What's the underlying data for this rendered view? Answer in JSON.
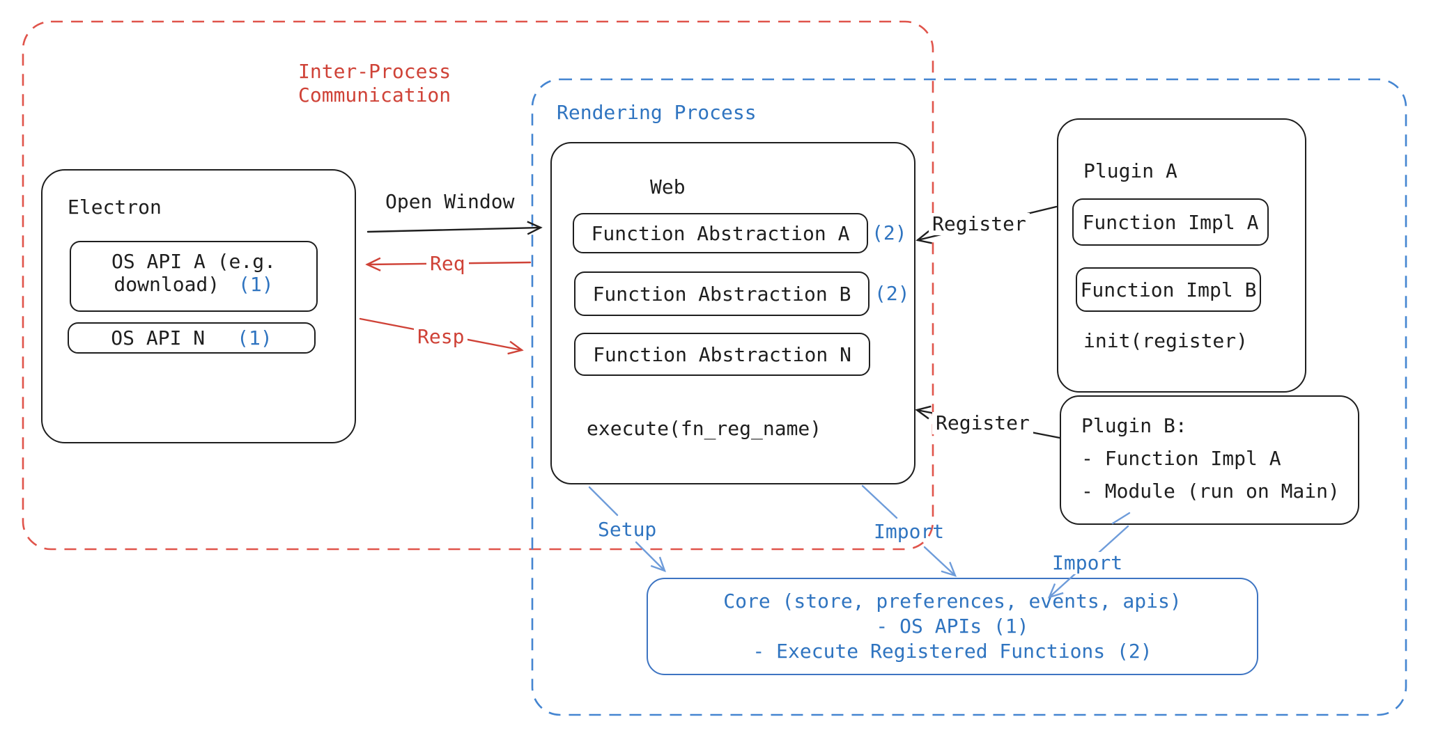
{
  "colors": {
    "black": "#1e1e1e",
    "red": "#cf4237",
    "red_dash": "#e0544b",
    "blue": "#2f74c0",
    "blue_dash": "#4485d1",
    "blue_arrow": "#6e9cda",
    "core_border": "#3d74c2",
    "bg": "#ffffff"
  },
  "regions": {
    "ipc": {
      "label": [
        "Inter-Process",
        "Communication"
      ]
    },
    "rendering": {
      "label": "Rendering Process"
    }
  },
  "electron": {
    "title": "Electron",
    "api_a_label": "OS API A (e.g. download)",
    "api_a_badge": "(1)",
    "api_n_label": "OS API N",
    "api_n_badge": "(1)"
  },
  "web": {
    "title": "Web",
    "fa_a_label": "Function Abstraction A",
    "fa_a_badge": "(2)",
    "fa_b_label": "Function Abstraction B",
    "fa_b_badge": "(2)",
    "fa_n_label": "Function Abstraction N",
    "execute": "execute(fn_reg_name)"
  },
  "plugin_a": {
    "title": "Plugin A",
    "impl_a": "Function Impl A",
    "impl_b": "Function Impl B",
    "init": "init(register)"
  },
  "plugin_b": {
    "title": "Plugin B:",
    "line1": "- Function Impl A",
    "line2": "- Module (run on Main)"
  },
  "core": {
    "line1": "Core (store, preferences, events, apis)",
    "line2": "- OS APIs (1)",
    "line3": "- Execute Registered Functions (2)"
  },
  "arrows": {
    "open_window": "Open Window",
    "req": "Req",
    "resp": "Resp",
    "register_plugin_a": "Register",
    "register_plugin_b": "Register",
    "setup": "Setup",
    "import_web": "Import",
    "import_plugin_b": "Import"
  }
}
